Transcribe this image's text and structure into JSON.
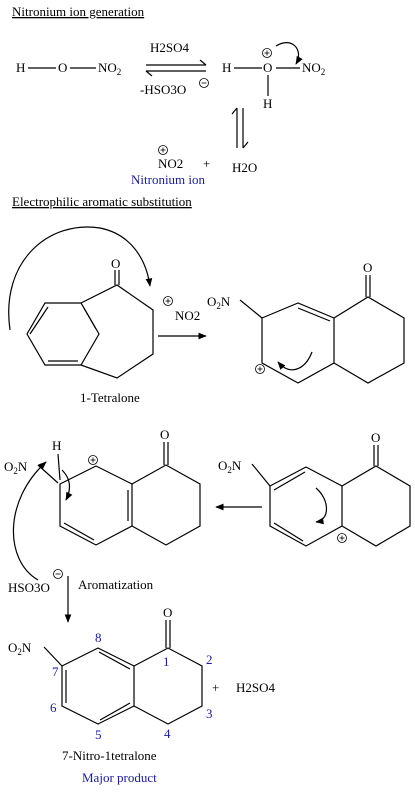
{
  "section1": {
    "title": "Nitronium ion generation",
    "reactant": {
      "h": "H",
      "o": "O",
      "no2": "NO",
      "no2_sub": "2"
    },
    "above_arrow": "H2SO4",
    "below_arrow": "-HSO3O",
    "protonated": {
      "h": "H",
      "o": "O",
      "no2": "NO",
      "no2_sub": "2",
      "h_bottom": "H"
    },
    "products": {
      "no2": "NO2",
      "plus": "+",
      "h2o": "H2O"
    },
    "nitronium_label": "Nitronium ion"
  },
  "section2": {
    "title": "Electrophilic aromatic substitution",
    "tetralone_o": "O",
    "electrophile": "NO2",
    "tetralone_label": "1-Tetralone",
    "inter1": {
      "o": "O",
      "no2": "O",
      "no2_n": "N",
      "no2_sub": "2"
    },
    "inter2": {
      "o": "O",
      "no2": "O",
      "no2_n": "N",
      "no2_sub": "2"
    },
    "inter3": {
      "o": "O",
      "no2": "O",
      "no2_n": "N",
      "no2_sub": "2",
      "h": "H"
    },
    "base": "HSO3O",
    "aromatization": "Aromatization",
    "product": {
      "o": "O",
      "no2": "O",
      "no2_n": "N",
      "no2_sub": "2",
      "numbers": [
        "1",
        "2",
        "3",
        "4",
        "5",
        "6",
        "7",
        "8"
      ],
      "plus": "+",
      "byproduct": "H2SO4",
      "name": "7-Nitro-1tetralone",
      "label": "Major product"
    }
  }
}
